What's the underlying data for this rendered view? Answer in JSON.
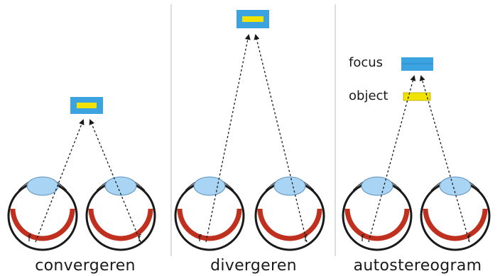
{
  "panels": [
    {
      "id": "convergeren",
      "label": "convergeren"
    },
    {
      "id": "divergeren",
      "label": "divergeren"
    },
    {
      "id": "autostereogram",
      "label": "autostereogram"
    }
  ],
  "legend": {
    "focus_label": "focus",
    "object_label": "object"
  },
  "eye_label": "f",
  "colors": {
    "frame_blue": "#3aa3e0",
    "object_yellow": "#f2e200",
    "eye_red": "#c0301f",
    "lens_blue": "#a9d4f3",
    "outline": "#1a1a1a",
    "divider": "#b8b8b8"
  }
}
